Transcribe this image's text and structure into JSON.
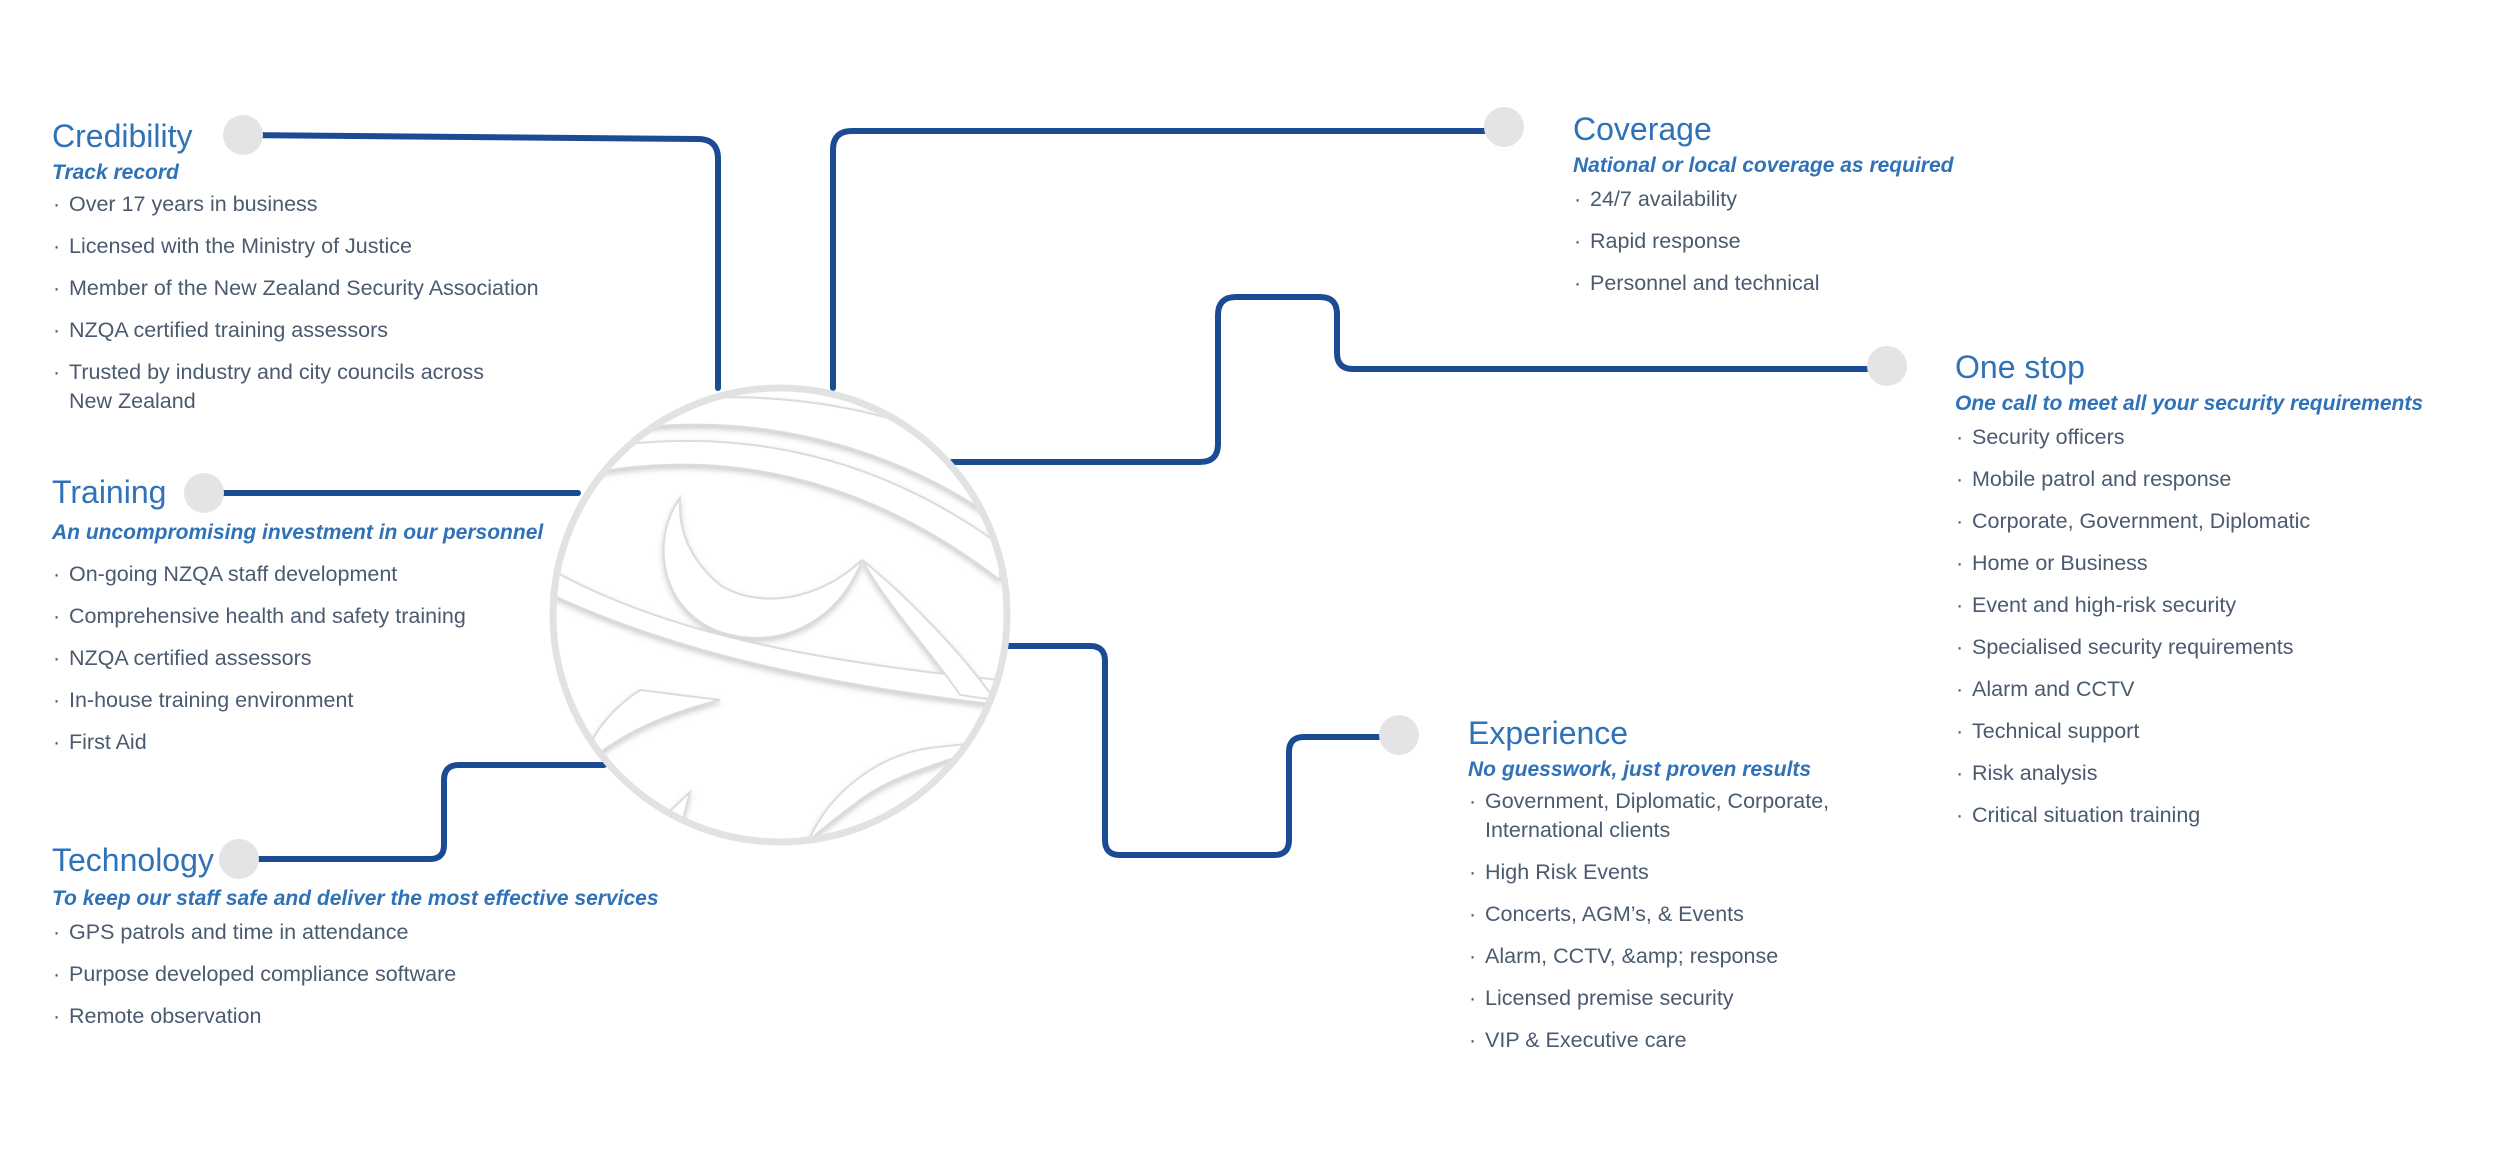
{
  "colors": {
    "connector": "#1c4b95",
    "heading": "#2f72b8",
    "body_text": "#4a5a6f",
    "node": "#e4e4e6",
    "logo_outline": "#e2e2e2"
  },
  "center_logo": {
    "icon": "eye-emblem-icon"
  },
  "sections": {
    "credibility": {
      "title": "Credibility",
      "subtitle": "Track record",
      "items": [
        "Over 17 years in business",
        "Licensed with the Ministry of Justice",
        "Member of the New Zealand Security Association",
        "NZQA certified training assessors",
        "Trusted by industry and city councils across New Zealand"
      ]
    },
    "training": {
      "title": "Training",
      "subtitle": "An uncompromising investment in our personnel",
      "items": [
        "On-going NZQA staff development",
        "Comprehensive health and safety training",
        "NZQA certified assessors",
        "In-house training environment",
        "First Aid"
      ]
    },
    "technology": {
      "title": "Technology",
      "subtitle": "To keep our staff safe and deliver the most effective services",
      "items": [
        "GPS patrols and time in attendance",
        "Purpose developed compliance software",
        "Remote observation"
      ]
    },
    "coverage": {
      "title": "Coverage",
      "subtitle": "National or local coverage as required",
      "items": [
        "24/7 availability",
        "Rapid response",
        "Personnel and technical"
      ]
    },
    "onestop": {
      "title": "One stop",
      "subtitle": "One call to meet all your security requirements",
      "items": [
        "Security officers",
        "Mobile patrol and response",
        "Corporate, Government, Diplomatic",
        "Home or Business",
        "Event and high-risk security",
        "Specialised security requirements",
        "Alarm and CCTV",
        "Technical support",
        "Risk analysis",
        "Critical situation training"
      ]
    },
    "experience": {
      "title": "Experience",
      "subtitle": "No guesswork, just proven results",
      "items": [
        "Government, Diplomatic, Corporate, International clients",
        "High Risk Events",
        "Concerts, AGM’s, & Events",
        "Alarm, CCTV, &amp; response",
        "Licensed premise security",
        "VIP & Executive care"
      ]
    }
  }
}
